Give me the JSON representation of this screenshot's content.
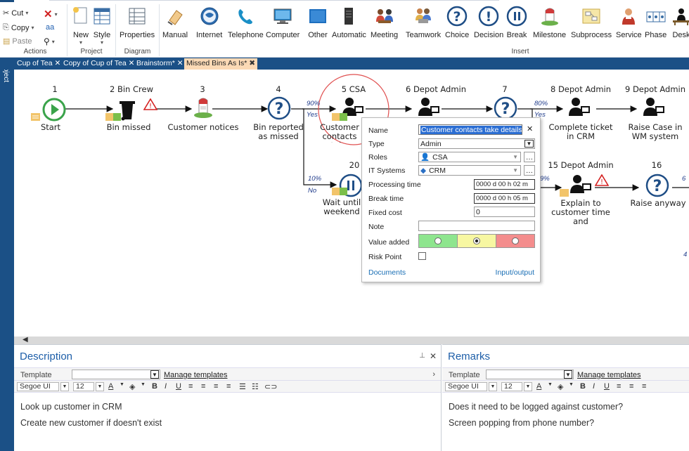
{
  "ribbon": {
    "actions": {
      "cut": "Cut",
      "copy": "Copy",
      "paste": "Paste",
      "format": "aa",
      "group_label": "Actions"
    },
    "project": {
      "new": "New",
      "style": "Style",
      "group_label": "Project"
    },
    "diagram": {
      "properties": "Properties",
      "group_label": "Diagram"
    },
    "insert": {
      "group_label": "Insert",
      "items": [
        "Manual",
        "Internet",
        "Telephone",
        "Computer",
        "Other",
        "Automatic",
        "Meeting",
        "Teamwork",
        "Choice",
        "Decision",
        "Break",
        "Milestone",
        "Subprocess",
        "Service",
        "Phase",
        "Desk"
      ]
    }
  },
  "side_label": "Project",
  "tabs": [
    {
      "label": "Cup of Tea",
      "active": false
    },
    {
      "label": "Copy of Cup of Tea",
      "active": false
    },
    {
      "label": "Brainstorm*",
      "active": false
    },
    {
      "label": "Missed Bins As Is*",
      "active": true
    }
  ],
  "diagram": {
    "nodes": [
      {
        "num": "1",
        "label": "Start",
        "icon": "start-icon"
      },
      {
        "num": "2 Bin Crew",
        "label": "Bin missed",
        "icon": "bin-icon"
      },
      {
        "num": "3",
        "label": "Customer notices",
        "icon": "milestone-icon"
      },
      {
        "num": "4",
        "label": "Bin reported as missed",
        "icon": "choice-icon"
      },
      {
        "num": "5 CSA",
        "label": "Customer contacts take details",
        "icon": "person-computer-icon"
      },
      {
        "num": "6 Depot Admin",
        "label": "",
        "icon": "person-computer-icon"
      },
      {
        "num": "7",
        "label": "",
        "icon": "choice-icon"
      },
      {
        "num": "8 Depot Admin",
        "label": "Complete ticket in CRM",
        "icon": "person-computer-icon"
      },
      {
        "num": "9 Depot Admin",
        "label": "Raise Case in WM system",
        "icon": "person-computer-icon"
      },
      {
        "num": "20",
        "label": "Wait until weekend",
        "icon": "break-icon"
      },
      {
        "num": "15 Depot Admin",
        "label": "Explain to customer time and",
        "icon": "person-computer-icon"
      },
      {
        "num": "16",
        "label": "Raise anyway",
        "icon": "choice-icon"
      }
    ],
    "branches": {
      "yes_pct": "90%",
      "yes_label": "Yes",
      "no_pct": "10%",
      "no_label": "No",
      "yes2_pct": "80%",
      "yes2_label": "Yes",
      "mid_pct": "9%",
      "right_pct": "6",
      "right_pct2": "4"
    }
  },
  "popup": {
    "name_label": "Name",
    "name_value": "Customer contacts take details",
    "type_label": "Type",
    "type_value": "Admin",
    "roles_label": "Roles",
    "roles_value": "CSA",
    "it_label": "IT Systems",
    "it_value": "CRM",
    "proc_label": "Processing time",
    "proc_value": "0000 d  00 h  02 m",
    "break_label": "Break time",
    "break_value": "0000 d  00 h  05 m",
    "cost_label": "Fixed cost",
    "cost_value": "0",
    "note_label": "Note",
    "note_value": "",
    "va_label": "Value added",
    "risk_label": "Risk Point",
    "documents": "Documents",
    "io": "Input/output",
    "colors": {
      "green": "#8ee58e",
      "yellow": "#f7f7a2",
      "red": "#f48d8d"
    }
  },
  "description": {
    "title": "Description",
    "template_label": "Template",
    "manage": "Manage templates",
    "font": "Segoe UI",
    "size": "12",
    "lines": [
      "Look up customer in CRM",
      "Create new customer if doesn't exist"
    ]
  },
  "remarks": {
    "title": "Remarks",
    "template_label": "Template",
    "manage": "Manage templates",
    "font": "Segoe UI",
    "size": "12",
    "lines": [
      "Does it need to be logged against customer?",
      "Screen popping from phone number?"
    ]
  }
}
